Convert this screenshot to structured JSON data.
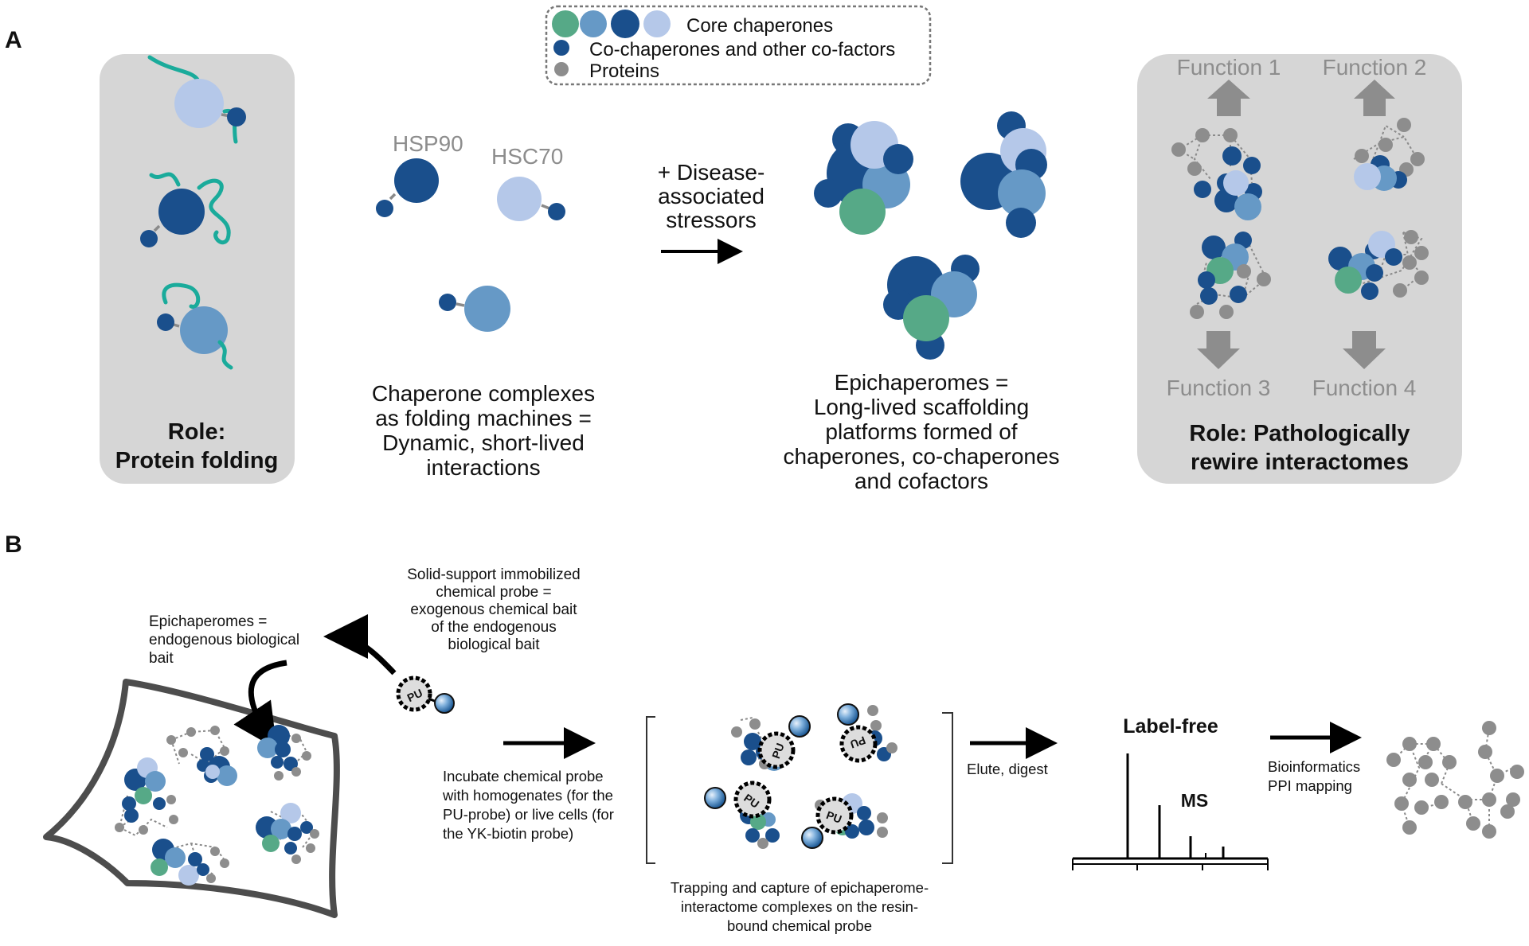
{
  "colors": {
    "green": "#56a987",
    "mid_blue": "#6699c6",
    "dark_blue": "#1a4f8c",
    "light_blue": "#b5c8e9",
    "grey": "#8d8d8d",
    "teal": "#1aab9b",
    "panel_bg": "#d6d6d6"
  },
  "panel_a": {
    "label": "A",
    "legend": {
      "core": "Core chaperones",
      "cochaperones": "Co-chaperones and other co-factors",
      "proteins": "Proteins"
    },
    "left_role": [
      "Role:",
      "Protein folding"
    ],
    "hsp90": "HSP90",
    "hsc70": "HSC70",
    "complexes_caption": [
      "Chaperone complexes",
      "as folding machines =",
      "Dynamic, short-lived",
      "interactions"
    ],
    "stressor": [
      "+ Disease-",
      "associated",
      "stressors"
    ],
    "epi_caption": [
      "Epichaperomes =",
      "Long-lived scaffolding",
      "platforms formed of",
      "chaperones, co-chaperones",
      "and cofactors"
    ],
    "functions": [
      "Function 1",
      "Function 2",
      "Function 3",
      "Function 4"
    ],
    "right_role": [
      "Role: Pathologically",
      "rewire interactomes"
    ]
  },
  "panel_b": {
    "label": "B",
    "epi_bait": [
      "Epichaperomes =",
      "endogenous biological",
      "bait"
    ],
    "probe_caption": [
      "Solid-support immobilized",
      "chemical probe =",
      "exogenous chemical bait",
      "of the endogenous",
      "biological bait"
    ],
    "probe_tag": "PU",
    "incubate": [
      "Incubate chemical probe",
      "with homogenates (for the",
      "PU-probe) or live cells (for",
      "the YK-biotin probe)"
    ],
    "trapping": [
      "Trapping and capture of epichaperome-",
      "interactome complexes on the resin-",
      "bound chemical probe"
    ],
    "elute": "Elute, digest",
    "label_free": "Label-free",
    "ms": "MS",
    "bioinfo": [
      "Bioinformatics",
      "PPI mapping"
    ]
  }
}
